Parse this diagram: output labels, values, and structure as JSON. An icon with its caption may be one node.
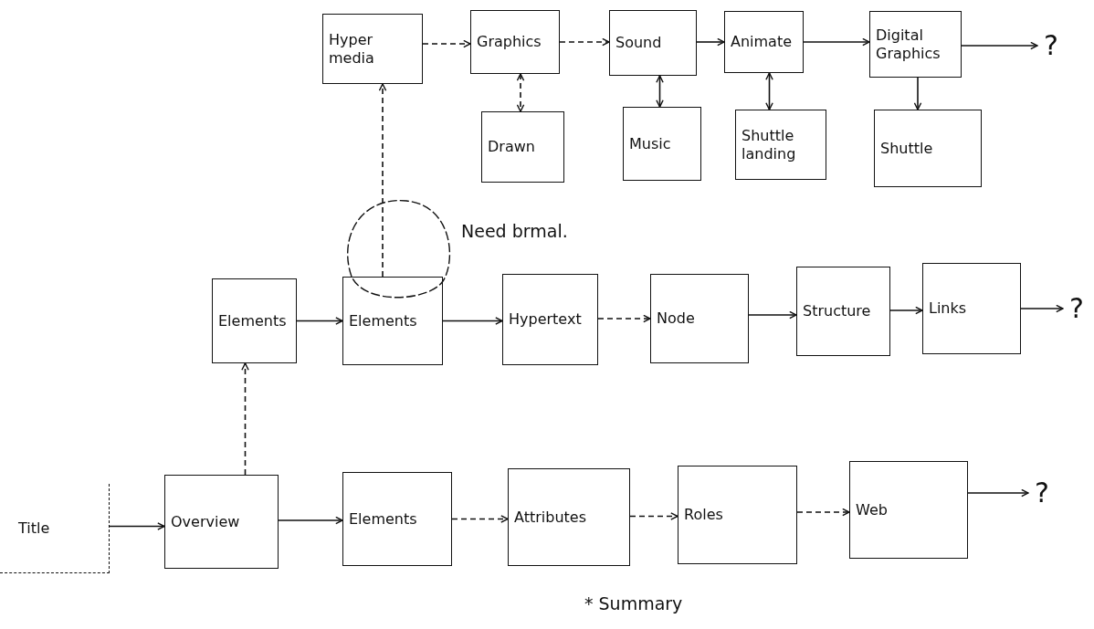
{
  "diagram": {
    "nodes": [
      {
        "text": [
          "Hyper media"
        ]
      },
      {
        "text": [
          "Graphics"
        ]
      },
      {
        "text": [
          "Sound"
        ]
      },
      {
        "text": [
          "Animate"
        ]
      },
      {
        "text": [
          "Digital Graphics"
        ]
      },
      {
        "text": [
          "Drawn"
        ]
      },
      {
        "text": [
          "Music"
        ]
      },
      {
        "text": [
          "Shuttle landing"
        ]
      },
      {
        "text": [
          "Shuttle"
        ]
      },
      {
        "text": [
          "?"
        ]
      },
      {
        "text": [
          "Elements"
        ]
      },
      {
        "text": [
          "Elements"
        ]
      },
      {
        "text": [
          "Hypertext"
        ]
      },
      {
        "text": [
          "Node"
        ]
      },
      {
        "text": [
          "Structure"
        ]
      },
      {
        "text": [
          "Links"
        ]
      },
      {
        "text": [
          "?"
        ]
      },
      {
        "text": [
          "Title"
        ]
      },
      {
        "text": [
          "Overview"
        ]
      },
      {
        "text": [
          "Elements"
        ]
      },
      {
        "text": [
          "Attributes"
        ]
      },
      {
        "text": [
          "Roles"
        ]
      },
      {
        "text": [
          "Web"
        ]
      },
      {
        "text": [
          "?"
        ]
      }
    ],
    "edges": [
      {
        "from": 0,
        "to": 1,
        "arrow": "to",
        "style": "dashed"
      },
      {
        "from": 1,
        "to": 2,
        "arrow": "to",
        "style": "dashed"
      },
      {
        "from": 2,
        "to": 3,
        "arrow": "to"
      },
      {
        "from": 3,
        "to": 4,
        "arrow": "to"
      },
      {
        "from": 4,
        "to": 9,
        "arrow": "to"
      },
      {
        "from": 1,
        "to": 5,
        "arrow": "both",
        "style": "dashed"
      },
      {
        "from": 2,
        "to": 6,
        "arrow": "both"
      },
      {
        "from": 3,
        "to": 7,
        "arrow": "both"
      },
      {
        "from": 4,
        "to": 8,
        "arrow": "to"
      },
      {
        "from": 11,
        "to": 0,
        "arrow": "to",
        "style": "dashed"
      },
      {
        "from": 10,
        "to": 11,
        "arrow": "to"
      },
      {
        "from": 11,
        "to": 12,
        "arrow": "to"
      },
      {
        "from": 12,
        "to": 13,
        "arrow": "to",
        "style": "dashed"
      },
      {
        "from": 13,
        "to": 14,
        "arrow": "to"
      },
      {
        "from": 14,
        "to": 15,
        "arrow": "to"
      },
      {
        "from": 15,
        "to": 16,
        "arrow": "to"
      },
      {
        "from": 18,
        "to": 10,
        "arrow": "to",
        "style": "dashed"
      },
      {
        "from": 17,
        "to": 18,
        "arrow": "to"
      },
      {
        "from": 18,
        "to": 19,
        "arrow": "to"
      },
      {
        "from": 19,
        "to": 20,
        "arrow": "to",
        "style": "dashed"
      },
      {
        "from": 20,
        "to": 21,
        "arrow": "to",
        "style": "dashed"
      },
      {
        "from": 21,
        "to": 22,
        "arrow": "to",
        "style": "dashed"
      },
      {
        "from": 22,
        "to": 23,
        "arrow": "to"
      }
    ],
    "labels": [
      "Need brmal.",
      "* Summary"
    ]
  }
}
